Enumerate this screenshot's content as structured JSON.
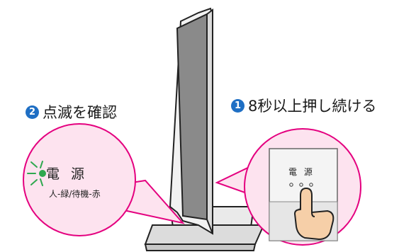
{
  "steps": [
    {
      "number": "1",
      "text": "8秒以上押し続ける"
    },
    {
      "number": "2",
      "text": "点滅を確認"
    }
  ],
  "left_callout": {
    "power_label": "電 源",
    "status_label": "人-緑/待機-赤",
    "led_color": "#2fa84f",
    "bubble_color": "#fde3ef",
    "border_color": "#e4007f"
  },
  "right_callout": {
    "power_label": "電 源",
    "bubble_color": "#fde3ef",
    "border_color": "#e4007f"
  },
  "colors": {
    "accent": "#e4007f",
    "step_badge": "#1f6fc4",
    "tv_body": "#e6e6e6",
    "screen": "#888888"
  },
  "icons": [
    "blink-rays-icon",
    "power-led-icon",
    "pressing-hand-icon"
  ]
}
